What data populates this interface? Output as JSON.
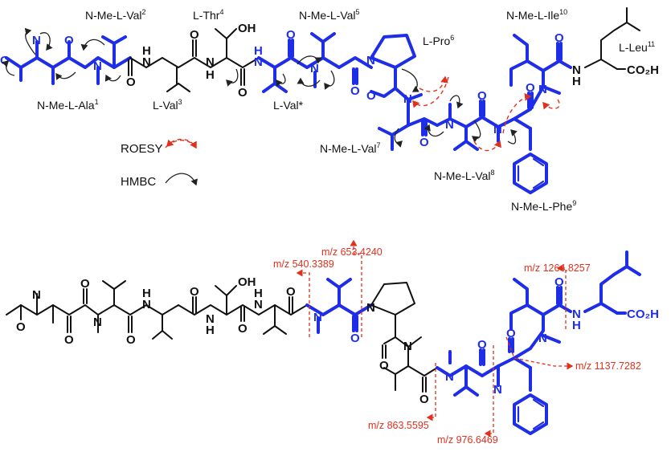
{
  "residues": {
    "r1": "N-Me-L-Ala",
    "r1_num": "1",
    "r2": "N-Me-L-Val",
    "r2_num": "2",
    "r3": "L-Val",
    "r3_num": "3",
    "r4": "L-Thr",
    "r4_num": "4",
    "r5": "N-Me-L-Val",
    "r5_num": "5",
    "rstar": "L-Val*",
    "r6": "L-Pro",
    "r6_num": "6",
    "r7": "N-Me-L-Val",
    "r7_num": "7",
    "r8": "N-Me-L-Val",
    "r8_num": "8",
    "r9": "N-Me-L-Phe",
    "r9_num": "9",
    "r10": "N-Me-L-Ile",
    "r10_num": "10",
    "r11": "L-Leu",
    "r11_num": "11"
  },
  "legend": {
    "roesy": "ROESY",
    "hmbc": "HMBC"
  },
  "atoms": {
    "O": "O",
    "N": "N",
    "H": "H",
    "OH": "OH",
    "CO2H": "CO₂H"
  },
  "fragments": {
    "f540": "m/z 540.3389",
    "f653": "m/z 653.4240",
    "f1264": "m/z 1264.8257",
    "f1137": "m/z 1137.7282",
    "f863": "m/z 863.5595",
    "f976": "m/z 976.6469"
  },
  "colors": {
    "highlight": "#1e2de8",
    "roesy": "#e0301e",
    "bond": "#111111"
  }
}
